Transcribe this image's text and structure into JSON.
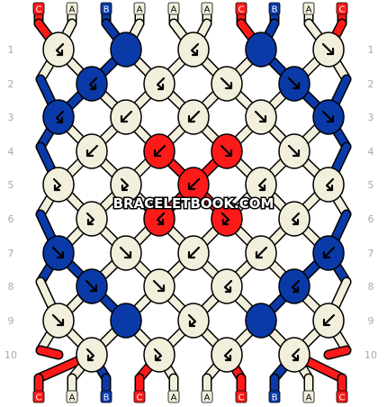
{
  "watermark": "BRACELETBOOK.COM",
  "row_labels": [
    "1",
    "2",
    "3",
    "4",
    "5",
    "6",
    "7",
    "8",
    "9",
    "10"
  ],
  "top_strands": [
    "C",
    "A",
    "B",
    "A",
    "A",
    "A",
    "C",
    "B",
    "A",
    "C"
  ],
  "bottom_strands": [
    "C",
    "A",
    "B",
    "C",
    "A",
    "A",
    "C",
    "B",
    "A",
    "C"
  ],
  "colors": {
    "A": "#f2f0dc",
    "B": "#0a3aa8",
    "C": "#ff1a1a",
    "outline": "#000000",
    "label": "#aaaaaa",
    "background": "#ffffff"
  },
  "knots": {
    "rows": [
      [
        {
          "c": "A",
          "d": "bf"
        },
        {
          "c": "B",
          "d": ""
        },
        {
          "c": "A",
          "d": "bf"
        },
        {
          "c": "B",
          "d": ""
        },
        {
          "c": "A",
          "d": "f"
        }
      ],
      [
        {
          "c": "B",
          "d": "bf"
        },
        {
          "c": "A",
          "d": "bf"
        },
        {
          "c": "A",
          "d": "f"
        },
        {
          "c": "B",
          "d": "f"
        }
      ],
      [
        {
          "c": "B",
          "d": "bf"
        },
        {
          "c": "A",
          "d": "b"
        },
        {
          "c": "A",
          "d": "b"
        },
        {
          "c": "A",
          "d": "f"
        },
        {
          "c": "B",
          "d": "f"
        }
      ],
      [
        {
          "c": "A",
          "d": "b"
        },
        {
          "c": "C",
          "d": "b"
        },
        {
          "c": "C",
          "d": "f"
        },
        {
          "c": "A",
          "d": "f"
        }
      ],
      [
        {
          "c": "A",
          "d": "fb"
        },
        {
          "c": "A",
          "d": "fb"
        },
        {
          "c": "C",
          "d": "b"
        },
        {
          "c": "A",
          "d": "bf"
        },
        {
          "c": "A",
          "d": "bf"
        }
      ],
      [
        {
          "c": "A",
          "d": "fb"
        },
        {
          "c": "C",
          "d": "bf"
        },
        {
          "c": "C",
          "d": "fb"
        },
        {
          "c": "A",
          "d": "bf"
        }
      ],
      [
        {
          "c": "B",
          "d": "f"
        },
        {
          "c": "A",
          "d": "f"
        },
        {
          "c": "A",
          "d": "b"
        },
        {
          "c": "A",
          "d": "b"
        },
        {
          "c": "B",
          "d": "b"
        }
      ],
      [
        {
          "c": "B",
          "d": "f"
        },
        {
          "c": "A",
          "d": "f"
        },
        {
          "c": "A",
          "d": "bf"
        },
        {
          "c": "B",
          "d": "bf"
        }
      ],
      [
        {
          "c": "A",
          "d": "f"
        },
        {
          "c": "B",
          "d": ""
        },
        {
          "c": "A",
          "d": "fb"
        },
        {
          "c": "B",
          "d": ""
        },
        {
          "c": "A",
          "d": "b"
        }
      ],
      [
        {
          "c": "A",
          "d": "fb"
        },
        {
          "c": "A",
          "d": "fb"
        },
        {
          "c": "A",
          "d": "bf"
        },
        {
          "c": "A",
          "d": "bf"
        }
      ]
    ]
  }
}
